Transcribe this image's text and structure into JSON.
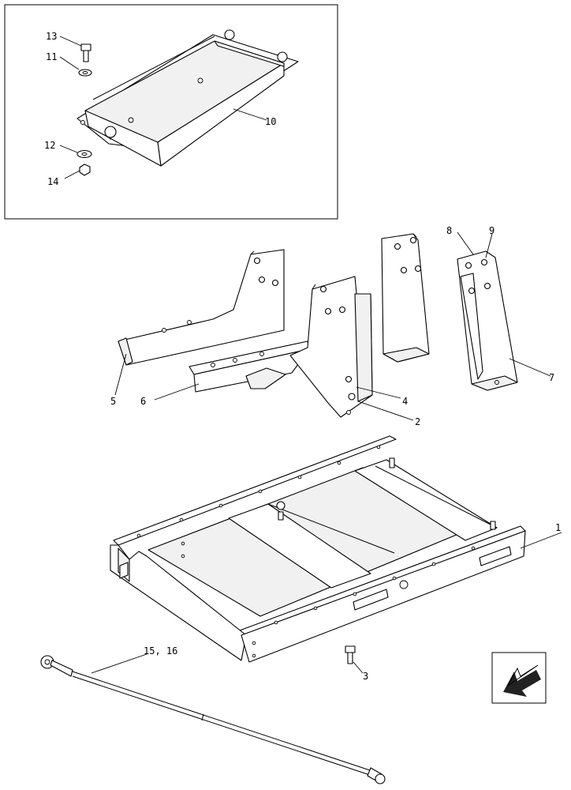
{
  "callouts": {
    "c1": "1",
    "c2": "2",
    "c3": "3",
    "c4": "4",
    "c5": "5",
    "c6": "6",
    "c7": "7",
    "c8": "8",
    "c9": "9",
    "c10": "10",
    "c11": "11",
    "c12": "12",
    "c13": "13",
    "c14": "14",
    "c15_16": "15, 16"
  },
  "icons": {
    "orientation": "direction-arrow-icon"
  }
}
